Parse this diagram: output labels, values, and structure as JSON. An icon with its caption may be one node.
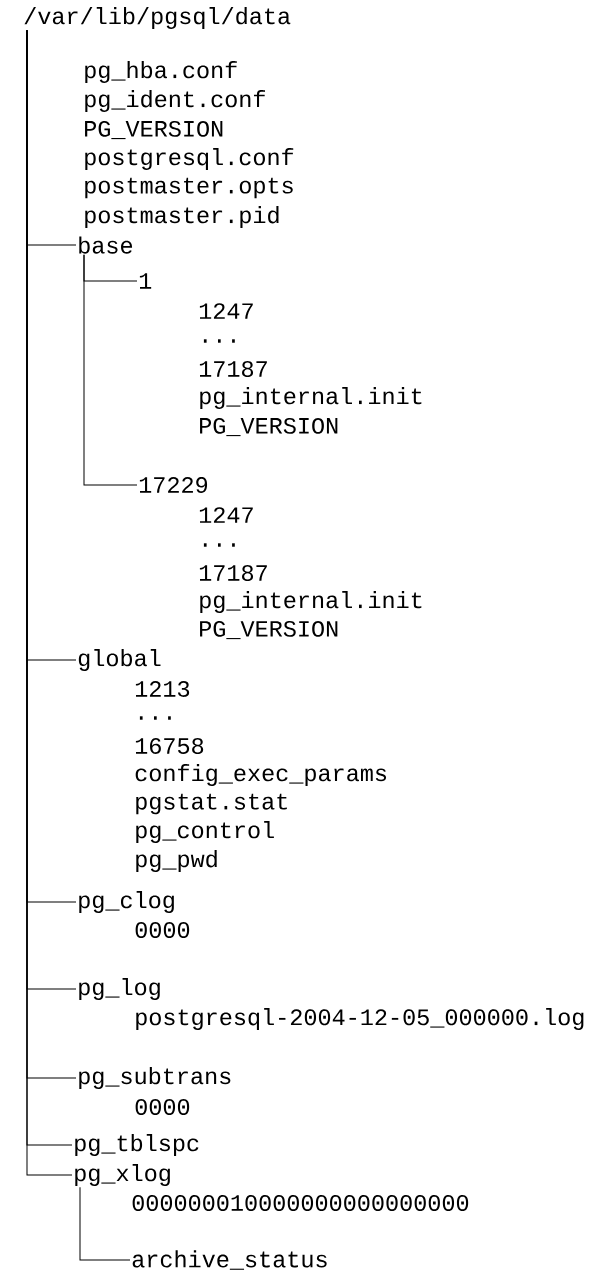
{
  "diagram": {
    "nodes": [
      {
        "text": [
          "/var/lib/pgsql/data"
        ]
      },
      {
        "text": [
          "pg_hba.conf"
        ]
      },
      {
        "text": [
          "pg_ident.conf"
        ]
      },
      {
        "text": [
          "PG_VERSION"
        ]
      },
      {
        "text": [
          "postgresql.conf"
        ]
      },
      {
        "text": [
          "postmaster.opts"
        ]
      },
      {
        "text": [
          "postmaster.pid"
        ]
      },
      {
        "text": [
          "base"
        ]
      },
      {
        "text": [
          "1"
        ]
      },
      {
        "text": [
          "1247"
        ]
      },
      {
        "text": [
          "..."
        ]
      },
      {
        "text": [
          "17187"
        ]
      },
      {
        "text": [
          "pg_internal.init"
        ]
      },
      {
        "text": [
          "PG_VERSION"
        ]
      },
      {
        "text": [
          "17229"
        ]
      },
      {
        "text": [
          "1247"
        ]
      },
      {
        "text": [
          "..."
        ]
      },
      {
        "text": [
          "17187"
        ]
      },
      {
        "text": [
          "pg_internal.init"
        ]
      },
      {
        "text": [
          "PG_VERSION"
        ]
      },
      {
        "text": [
          "global"
        ]
      },
      {
        "text": [
          "1213"
        ]
      },
      {
        "text": [
          "..."
        ]
      },
      {
        "text": [
          "16758"
        ]
      },
      {
        "text": [
          "config_exec_params"
        ]
      },
      {
        "text": [
          "pgstat.stat"
        ]
      },
      {
        "text": [
          "pg_control"
        ]
      },
      {
        "text": [
          "pg_pwd"
        ]
      },
      {
        "text": [
          "pg_clog"
        ]
      },
      {
        "text": [
          "0000"
        ]
      },
      {
        "text": [
          "pg_log"
        ]
      },
      {
        "text": [
          "postgresql-2004-12-05_000000.log"
        ]
      },
      {
        "text": [
          "pg_subtrans"
        ]
      },
      {
        "text": [
          "0000"
        ]
      },
      {
        "text": [
          "pg_tblspc"
        ]
      },
      {
        "text": [
          "pg_xlog"
        ]
      },
      {
        "text": [
          "000000010000000000000000"
        ]
      },
      {
        "text": [
          "archive_status"
        ]
      }
    ],
    "edges": [
      {
        "from": 0,
        "to": 7,
        "arrow": "none"
      },
      {
        "from": 7,
        "to": 8,
        "arrow": "none"
      },
      {
        "from": 7,
        "to": 14,
        "arrow": "none"
      },
      {
        "from": 0,
        "to": 20,
        "arrow": "none"
      },
      {
        "from": 0,
        "to": 28,
        "arrow": "none"
      },
      {
        "from": 0,
        "to": 30,
        "arrow": "none"
      },
      {
        "from": 0,
        "to": 32,
        "arrow": "none"
      },
      {
        "from": 0,
        "to": 34,
        "arrow": "none"
      },
      {
        "from": 0,
        "to": 35,
        "arrow": "none"
      },
      {
        "from": 35,
        "to": 37,
        "arrow": "none"
      }
    ]
  }
}
